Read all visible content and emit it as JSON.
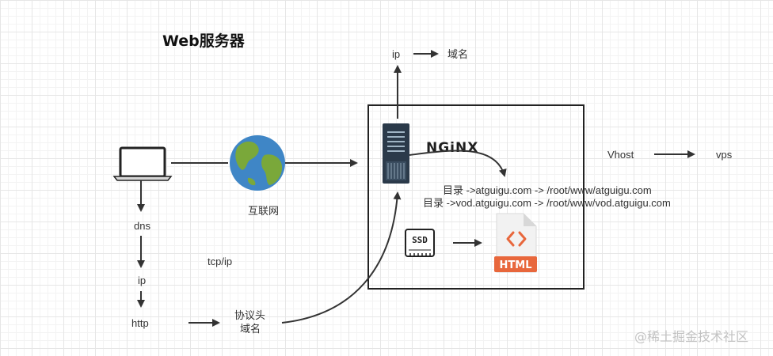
{
  "title": "Web服务器",
  "labels": {
    "ip_top": "ip",
    "domain_top": "域名",
    "internet": "互联网",
    "dns": "dns",
    "tcp_ip": "tcp/ip",
    "ip_left": "ip",
    "http": "http",
    "protocol_header_1": "协议头",
    "protocol_header_2": "域名",
    "vhost": "Vhost",
    "vps": "vps",
    "nginx": "NGiNX",
    "route_1": "目录 ->atguigu.com -> /root/www/atguigu.com",
    "route_2": "目录 ->vod.atguigu.com -> /root/www/vod.atguigu.com",
    "ssd": "SSD",
    "html": "HTML"
  },
  "watermark": "@稀土掘金技术社区",
  "colors": {
    "globe_ocean": "#3f86c6",
    "globe_land": "#7aa83a",
    "server_body": "#2b3a4a",
    "html_orange": "#e8673c",
    "line": "#333333"
  },
  "icons": {
    "laptop": "laptop-icon",
    "globe": "globe-icon",
    "server": "server-icon",
    "ssd": "ssd-icon",
    "html_file": "html-file-icon"
  }
}
